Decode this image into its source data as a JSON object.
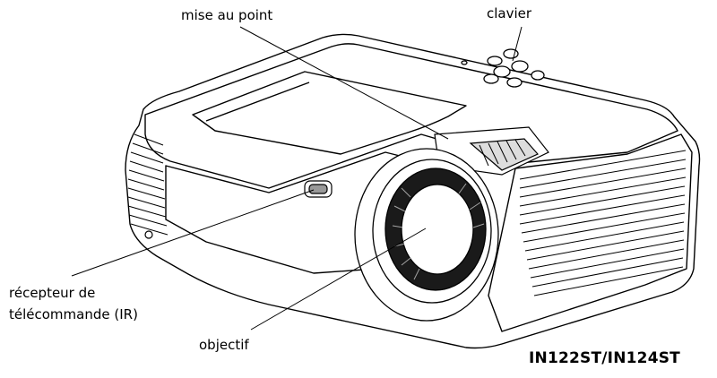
{
  "callouts": {
    "focus": "mise au point",
    "keypad": "clavier",
    "ir_receiver_line1": "récepteur de",
    "ir_receiver_line2": "télécommande (IR)",
    "lens": "objectif"
  },
  "model_name": "IN122ST/IN124ST",
  "colors": {
    "line": "#000000",
    "fill": "#ffffff",
    "lens_ring": "#1a1a1a"
  }
}
